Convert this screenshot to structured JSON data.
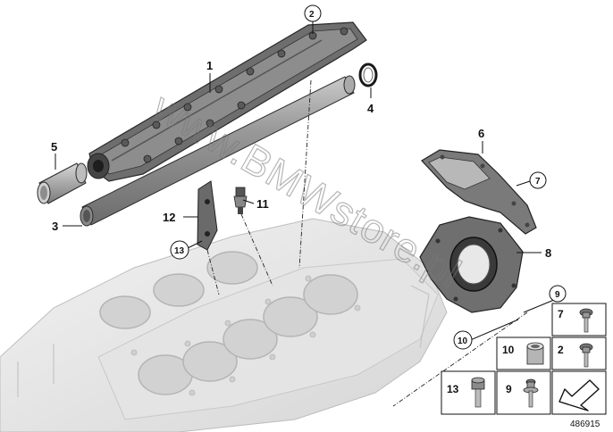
{
  "diagram": {
    "id_label": "486915",
    "watermark": "www.BMWstore.pl",
    "callouts": {
      "c1": "1",
      "c2": "2",
      "c3": "3",
      "c4": "4",
      "c5": "5",
      "c6": "6",
      "c7": "7",
      "c8": "8",
      "c9": "9",
      "c10": "10",
      "c11": "11",
      "c12": "12",
      "c13": "13"
    },
    "legend": {
      "cell_7": "7",
      "cell_10": "10",
      "cell_2": "2",
      "cell_13": "13",
      "cell_9": "9"
    }
  }
}
